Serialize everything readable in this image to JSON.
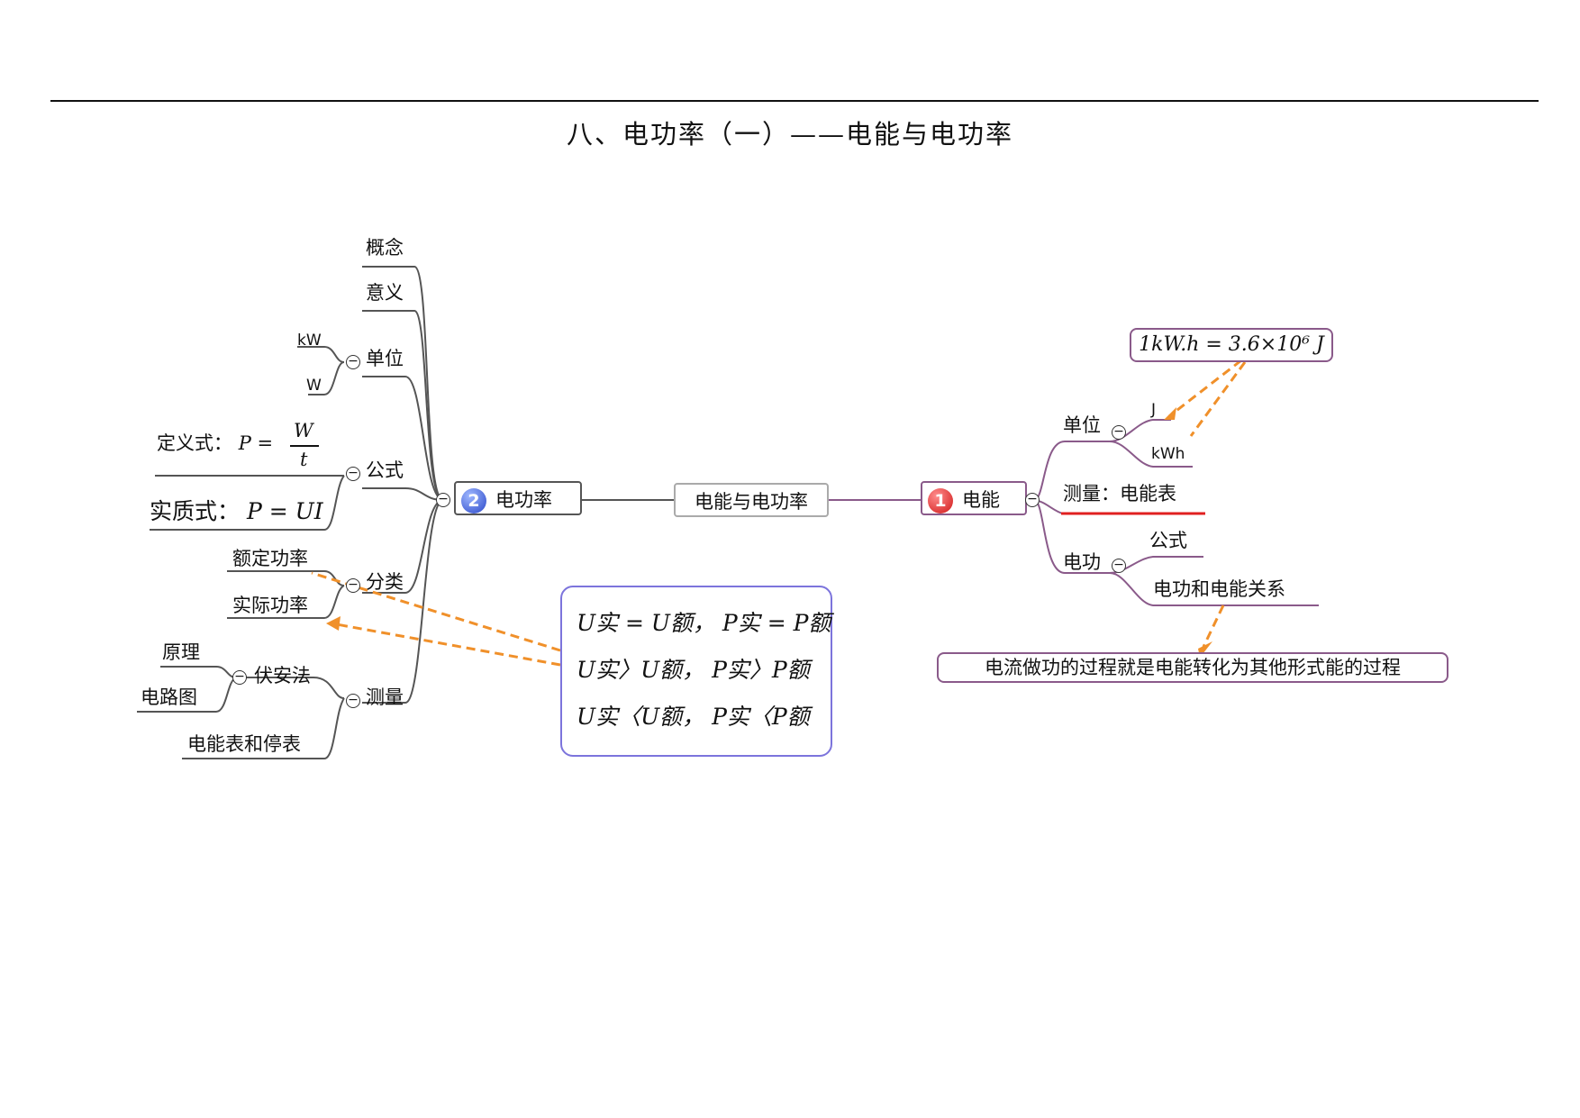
{
  "title": "八、电功率（一）——电能与电功率",
  "center": "电能与电功率",
  "branch1": {
    "number": "1",
    "label": "电能",
    "unit": {
      "label": "单位",
      "children": [
        "J",
        "kWh"
      ]
    },
    "unit_tag": "1kW.h = 3.6×10⁶ J",
    "measure": "测量：电能表",
    "work": {
      "label": "电功",
      "children": [
        "公式",
        "电功和电能关系"
      ]
    },
    "relation_tag": "电流做功的过程就是电能转化为其他形式能的过程"
  },
  "branch2": {
    "number": "2",
    "label": "电功率",
    "concept": "概念",
    "meaning": "意义",
    "unit": {
      "label": "单位",
      "children": [
        "kW",
        "W"
      ]
    },
    "formula": {
      "label": "公式",
      "defining": "定义式：",
      "defining_eq": "P =",
      "frac_num": "W",
      "frac_den": "t",
      "essential": "实质式：",
      "essential_eq": "P = UI"
    },
    "classification": {
      "label": "分类",
      "children": [
        "额定功率",
        "实际功率"
      ]
    },
    "measurement": {
      "label": "测量",
      "vam": {
        "label": "伏安法",
        "children": [
          "原理",
          "电路图"
        ]
      },
      "meter": "电能表和停表"
    }
  },
  "power_conditions": [
    "U实 = U额， P实 = P额",
    "U实〉U额， P实〉P额",
    "U实〈U额， P实〈P额"
  ],
  "colors": {
    "branch1_line": "#8a5a8a",
    "branch2_line": "#555555",
    "arrow": "#f0902a",
    "underline": "#e02020",
    "math_border": "#7c74dc"
  }
}
